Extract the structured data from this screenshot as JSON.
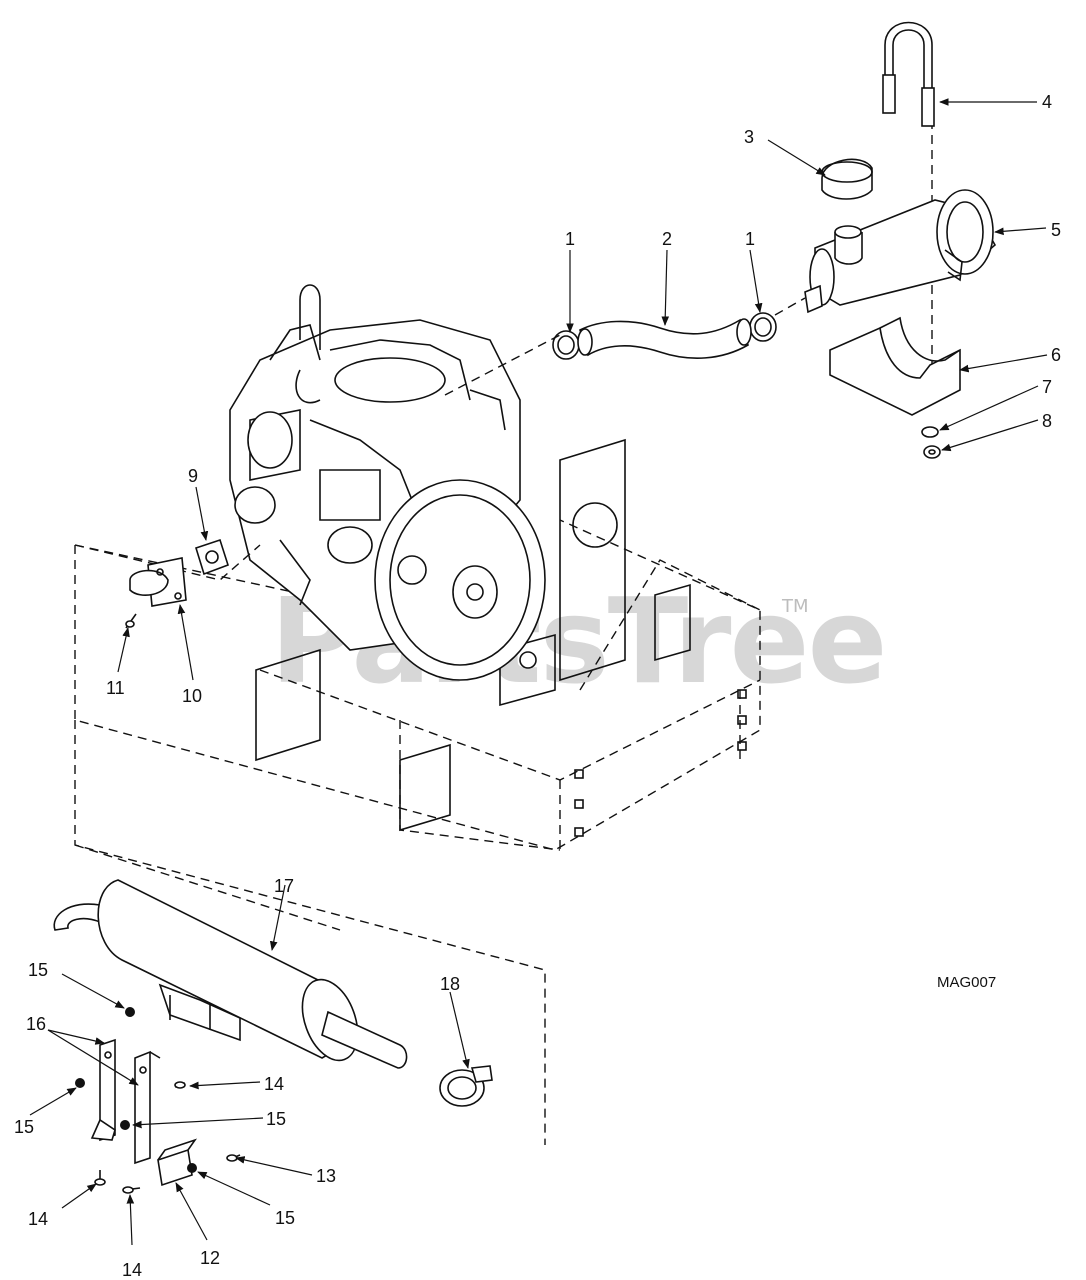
{
  "diagram": {
    "watermark": "PartsTree",
    "trademark": "TM",
    "figure_code": "MAG007",
    "callouts": {
      "c1a": "1",
      "c1b": "1",
      "c2": "2",
      "c3": "3",
      "c4": "4",
      "c5": "5",
      "c6": "6",
      "c7": "7",
      "c8": "8",
      "c9": "9",
      "c10": "10",
      "c11": "11",
      "c12": "12",
      "c13": "13",
      "c14a": "14",
      "c14b": "14",
      "c14c": "14",
      "c15a": "15",
      "c15b": "15",
      "c15c": "15",
      "c15d": "15",
      "c16": "16",
      "c17": "17",
      "c18": "18"
    }
  }
}
